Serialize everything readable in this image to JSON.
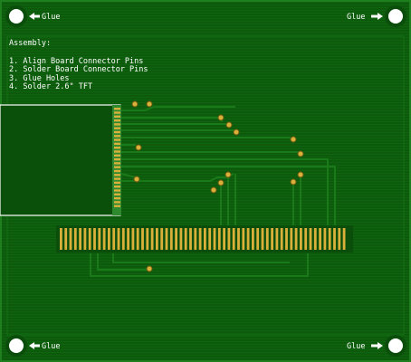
{
  "notes": {
    "heading": "Assembly:",
    "steps": [
      "1. Align Board Connector Pins",
      "2. Solder Board Connector Pins",
      "3. Glue Holes",
      "4. Solder 2.6\" TFT"
    ]
  },
  "glue_labels": {
    "top_left": "Glue",
    "top_right": "Glue",
    "bottom_left": "Glue",
    "bottom_right": "Glue"
  },
  "colors": {
    "board": "#0d5a0d",
    "board_edge": "#1f7f1f",
    "cutout": "#0a4f0a",
    "copper": "#d9b13a",
    "silkscreen": "#ffffff"
  }
}
